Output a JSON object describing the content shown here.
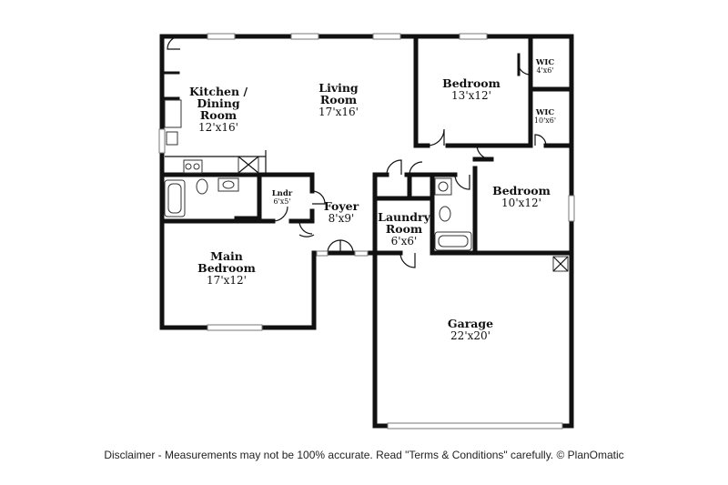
{
  "rooms": {
    "kitchen": {
      "name_lines": [
        "Kitchen /",
        "Dining",
        "Room"
      ],
      "dim": "12'x16'"
    },
    "living": {
      "name_lines": [
        "Living",
        "Room"
      ],
      "dim": "17'x16'"
    },
    "bedroom1": {
      "name_lines": [
        "Bedroom"
      ],
      "dim": "13'x12'"
    },
    "wic1": {
      "name": "WIC",
      "dim": "4'x6'"
    },
    "wic2": {
      "name": "WIC",
      "dim": "10'x6'"
    },
    "bedroom2": {
      "name_lines": [
        "Bedroom"
      ],
      "dim": "10'x12'"
    },
    "lndr": {
      "name": "Lndr",
      "dim": "6'x5'"
    },
    "foyer": {
      "name_lines": [
        "Foyer"
      ],
      "dim": "8'x9'"
    },
    "laundry": {
      "name_lines": [
        "Laundry",
        "Room"
      ],
      "dim": "6'x6'"
    },
    "main_bedroom": {
      "name_lines": [
        "Main",
        "Bedroom"
      ],
      "dim": "17'x12'"
    },
    "garage": {
      "name_lines": [
        "Garage"
      ],
      "dim": "22'x20'"
    }
  },
  "disclaimer": "Disclaimer - Measurements may not be 100% accurate. Read \"Terms & Conditions\" carefully. © PlanOmatic"
}
